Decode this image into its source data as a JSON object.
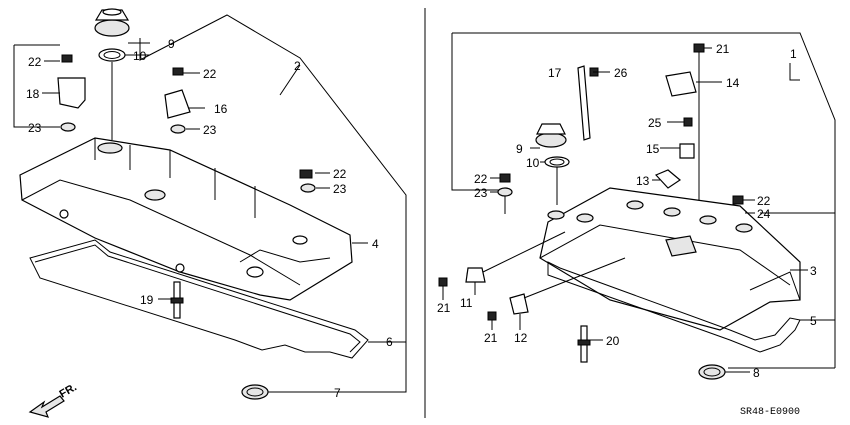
{
  "diagram": {
    "code": "SR48-E0900",
    "direction_label": "FR.",
    "left_callouts": [
      "9",
      "10",
      "22",
      "22",
      "18",
      "16",
      "2",
      "23",
      "23",
      "22",
      "23",
      "4",
      "19",
      "6",
      "7"
    ],
    "right_callouts": [
      "21",
      "1",
      "17",
      "26",
      "14",
      "25",
      "9",
      "15",
      "10",
      "13",
      "22",
      "23",
      "22",
      "24",
      "3",
      "11",
      "21",
      "12",
      "21",
      "20",
      "5",
      "8"
    ]
  }
}
